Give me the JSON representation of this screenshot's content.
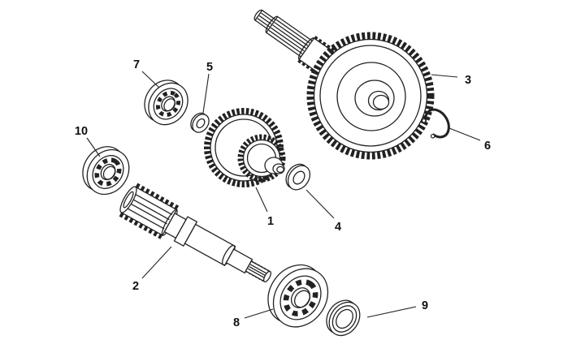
{
  "diagram": {
    "background_color": "#ffffff",
    "line_color": "#222222",
    "label_color": "#111111",
    "callouts": [
      {
        "label": "1"
      },
      {
        "label": "2"
      },
      {
        "label": "3"
      },
      {
        "label": "4"
      },
      {
        "label": "5"
      },
      {
        "label": "6"
      },
      {
        "label": "7"
      },
      {
        "label": "8"
      },
      {
        "label": "9"
      },
      {
        "label": "10"
      }
    ]
  }
}
